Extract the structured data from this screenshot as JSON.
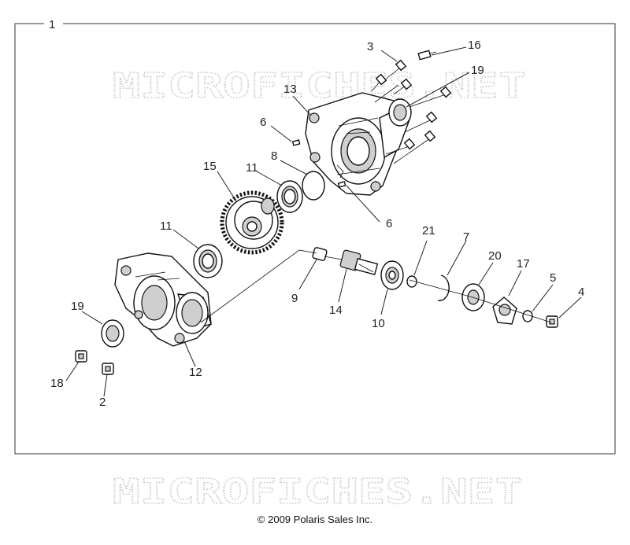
{
  "figure": {
    "frame_label": "1",
    "watermark_text": "MICROFICHES.NET",
    "copyright": "© 2009 Polaris Sales Inc.",
    "callouts": {
      "c1": "1",
      "c2": "2",
      "c3": "3",
      "c4": "4",
      "c5": "5",
      "c6a": "6",
      "c6b": "6",
      "c7": "7",
      "c8": "8",
      "c9": "9",
      "c10": "10",
      "c11a": "11",
      "c11b": "11",
      "c12": "12",
      "c13": "13",
      "c14": "14",
      "c15": "15",
      "c16": "16",
      "c17": "17",
      "c18": "18",
      "c19a": "19",
      "c19b": "19",
      "c20": "20",
      "c21": "21"
    }
  }
}
